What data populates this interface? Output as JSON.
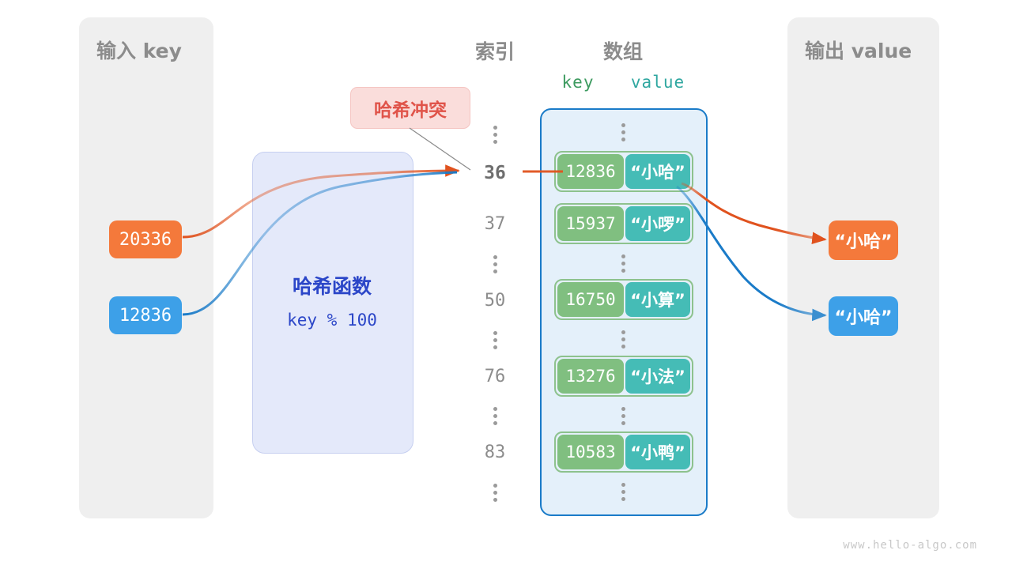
{
  "colors": {
    "panel_bg": "#EFEFEF",
    "panel_title": "#8C8C8C",
    "orange": "#F4793B",
    "blue": "#3DA0E8",
    "hash_box_bg": "#E4E9FA",
    "hash_text": "#2B46C8",
    "collision_bg": "#FADDDB",
    "collision_text": "#E0544A",
    "array_bg": "#E4F0FA",
    "array_border": "#1A7BC8",
    "key_cell": "#80BF80",
    "value_cell": "#45BCB6",
    "arrow_orange": "#E0521E",
    "arrow_blue": "#1A7BC8",
    "leader_line": "#7A7A7A"
  },
  "input_panel": {
    "title": "输入 key",
    "keys": [
      {
        "label": "20336",
        "color": "orange"
      },
      {
        "label": "12836",
        "color": "blue"
      }
    ]
  },
  "hash_function": {
    "name": "哈希函数",
    "formula": "key % 100"
  },
  "collision": {
    "label": "哈希冲突"
  },
  "index_column": {
    "title": "索引",
    "entries": [
      {
        "type": "dots",
        "label": ""
      },
      {
        "type": "value",
        "label": "36",
        "active": true
      },
      {
        "type": "value",
        "label": "37",
        "active": false
      },
      {
        "type": "dots",
        "label": ""
      },
      {
        "type": "value",
        "label": "50",
        "active": false
      },
      {
        "type": "dots",
        "label": ""
      },
      {
        "type": "value",
        "label": "76",
        "active": false
      },
      {
        "type": "dots",
        "label": ""
      },
      {
        "type": "value",
        "label": "83",
        "active": false
      },
      {
        "type": "dots",
        "label": ""
      }
    ]
  },
  "array": {
    "title": "数组",
    "header": {
      "key": "key",
      "value": "value"
    },
    "rows": [
      {
        "type": "dots"
      },
      {
        "type": "pair",
        "key": "12836",
        "value": "“小哈”"
      },
      {
        "type": "pair",
        "key": "15937",
        "value": "“小啰”"
      },
      {
        "type": "dots"
      },
      {
        "type": "pair",
        "key": "16750",
        "value": "“小算”"
      },
      {
        "type": "dots"
      },
      {
        "type": "pair",
        "key": "13276",
        "value": "“小法”"
      },
      {
        "type": "dots"
      },
      {
        "type": "pair",
        "key": "10583",
        "value": "“小鸭”"
      },
      {
        "type": "dots"
      }
    ]
  },
  "output_panel": {
    "title": "输出 value",
    "values": [
      {
        "label": "“小哈”",
        "color": "orange"
      },
      {
        "label": "“小哈”",
        "color": "blue"
      }
    ]
  },
  "watermark": "www.hello-algo.com"
}
